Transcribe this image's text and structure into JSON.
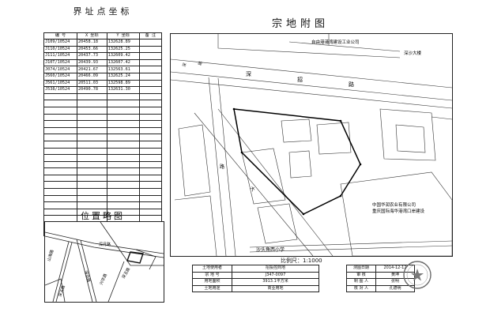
{
  "coord_table": {
    "title": "界址点坐标",
    "headers": [
      "编 号",
      "X 坐标",
      "Y 坐标",
      "备 注"
    ],
    "rows": [
      [
        "J109/10524",
        "20458.18",
        "132628.89",
        ""
      ],
      [
        "J110/10524",
        "20453.66",
        "132625.25",
        ""
      ],
      [
        "J111/10524",
        "20437.73",
        "132609.42",
        ""
      ],
      [
        "J10T/10524",
        "20439.93",
        "132607.42",
        ""
      ],
      [
        "J074/10524",
        "20421.67",
        "132563.61",
        ""
      ],
      [
        "J560/10524",
        "20466.09",
        "132625.24",
        ""
      ],
      [
        "J561/10524",
        "20511.03",
        "132598.89",
        ""
      ],
      [
        "J538/10524",
        "20490.78",
        "132631.30",
        ""
      ],
      [
        "",
        "",
        "",
        ""
      ],
      [
        "",
        "",
        "",
        ""
      ],
      [
        "",
        "",
        "",
        ""
      ],
      [
        "",
        "",
        "",
        ""
      ],
      [
        "",
        "",
        "",
        ""
      ],
      [
        "",
        "",
        "",
        ""
      ],
      [
        "",
        "",
        "",
        ""
      ],
      [
        "",
        "",
        "",
        ""
      ],
      [
        "",
        "",
        "",
        ""
      ],
      [
        "",
        "",
        "",
        ""
      ],
      [
        "",
        "",
        "",
        ""
      ],
      [
        "",
        "",
        "",
        ""
      ],
      [
        "",
        "",
        "",
        ""
      ],
      [
        "",
        "",
        "",
        ""
      ],
      [
        "",
        "",
        "",
        ""
      ],
      [
        "",
        "",
        "",
        ""
      ],
      [
        "",
        "",
        "",
        ""
      ],
      [
        "",
        "",
        "",
        ""
      ],
      [
        "",
        "",
        "",
        ""
      ],
      [
        "",
        "",
        "",
        ""
      ],
      [
        "",
        "",
        "",
        ""
      ]
    ]
  },
  "location_map": {
    "title": "位置略图",
    "labels": {
      "road_a": "深月路",
      "road_b": "山海路",
      "road_c": "深华路",
      "road_d": "深玉路",
      "road_e": "兴华路",
      "road_f": "深玉路"
    }
  },
  "parcel_map": {
    "title": "宗地附图",
    "scale": "比例尺：1:1000",
    "labels": {
      "company_top": "自由港港湾建设工业公司",
      "building_ne": "深沙大楼",
      "road_main_1": "深",
      "road_main_2": "招",
      "road_main_3": "路",
      "road_diag": "大",
      "road_vert": "路",
      "company_se_1": "中国华润农业有限公司",
      "company_se_2": "重庆国际海华港湾口岸建设",
      "school": "沙头角西小学",
      "north_road_a": "深",
      "north_road_b": "路"
    }
  },
  "info_table": {
    "rows": [
      [
        "土地使用者",
        "招投控商地"
      ],
      [
        "宗 地 号",
        "J347-0097"
      ],
      [
        "用地面积",
        "3913.1平方米"
      ],
      [
        "土地用途",
        "商业用地"
      ]
    ]
  },
  "sig_table": {
    "rows": [
      [
        "测图日期",
        "2014-12-12"
      ],
      [
        "审 核",
        "黄坤"
      ],
      [
        "制 图 人",
        "张明"
      ],
      [
        "核 对 人",
        "孔德明"
      ]
    ]
  },
  "colors": {
    "ink": "#222222",
    "stamp": "#6a6a6a"
  }
}
